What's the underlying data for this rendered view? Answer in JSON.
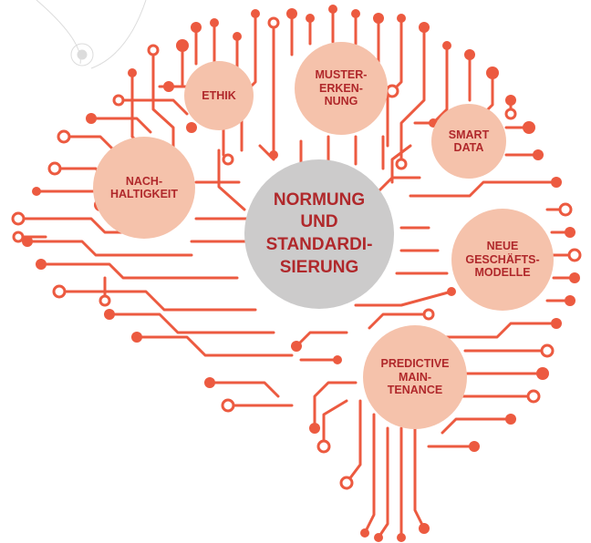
{
  "colors": {
    "circuit": "#ec5a40",
    "bubble": "#f5c2ab",
    "center_bubble": "#cccbcb",
    "label": "#b0282b"
  },
  "topics": {
    "center": "NORMUNG\nUND\nSTANDARDI-\nSIERUNG",
    "ethik": "ETHIK",
    "muster": "MUSTER-\nERKEN-\nNUNG",
    "smart": "SMART\nDATA",
    "nach": "NACH-\nHALTIGKEIT",
    "neue": "NEUE\nGESCHÄFTS-\nMODELLE",
    "predictive": "PREDICTIVE\nMAIN-\nTENANCE"
  }
}
